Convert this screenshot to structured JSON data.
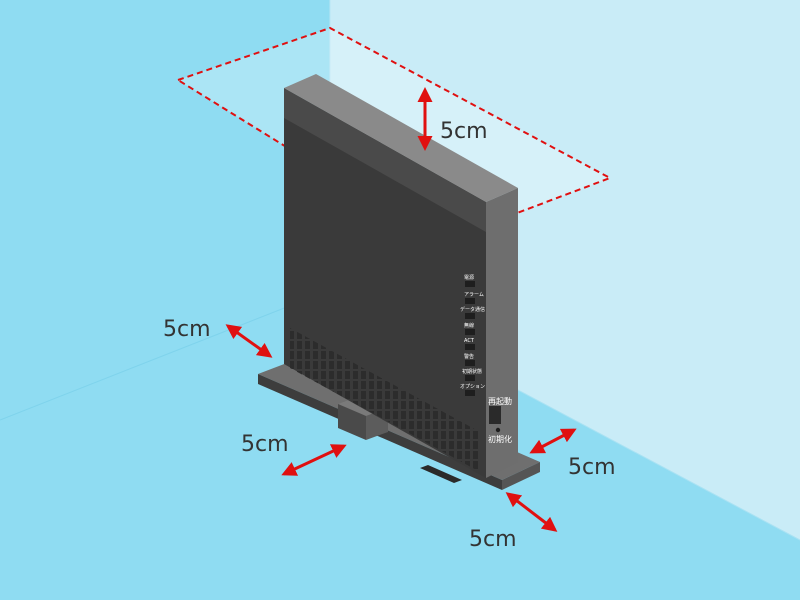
{
  "dimensions": {
    "top": "5cm",
    "left_side": "5cm",
    "front": "5cm",
    "right_side": "5cm",
    "back": "5cm"
  },
  "router": {
    "led_labels": [
      "電源",
      "アラーム",
      "データ通信",
      "無線",
      "ACT",
      "警告",
      "初期状態",
      "オプション"
    ],
    "restart_label": "再起動",
    "reset_label": "初期化"
  },
  "colors": {
    "wall_left": "#8fdcf2",
    "wall_right": "#c9ecf7",
    "floor": "#8fdcf2",
    "body_front": "#3a3a3a",
    "body_side": "#6e6e6e",
    "body_top": "#808080",
    "arrow": "#e01010",
    "dash": "#e01010"
  },
  "icons": {
    "dimension_arrow": "double-headed-arrow",
    "clearance_zone": "dashed-parallelogram"
  }
}
